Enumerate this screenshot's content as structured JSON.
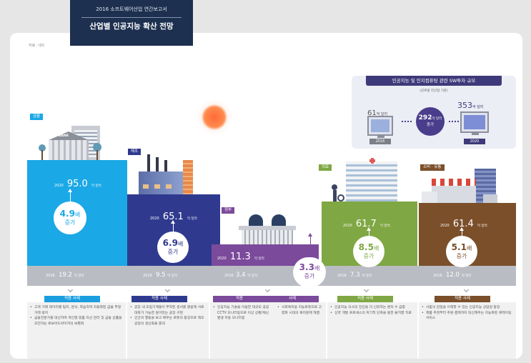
{
  "header": {
    "subtitle": "2016 소프트웨어산업 연간보고서",
    "title": "산업별 인공지능 확산 전망"
  },
  "source": "자료 : IDC",
  "inset": {
    "title": "인공지능 및 인지컴퓨팅 관련 SW투자 규모",
    "note": "(글로벌 전산업 기준)",
    "left": {
      "num": "61",
      "unit": "억 달러",
      "year": "2016"
    },
    "center": {
      "num": "292",
      "unit": "억 달러",
      "label": "증가"
    },
    "right": {
      "num": "353",
      "unit": "억 달러",
      "year": "2020"
    }
  },
  "sectors": [
    {
      "name": "금융",
      "color": "#1aa8e6",
      "case_color": "#1a9ee0",
      "year_2020": "2020",
      "value_2020": "95.0",
      "unit": "억 달러",
      "growth": "4.9배",
      "growth_num": "4.9",
      "growth_unit": "배",
      "growth_label": "증가",
      "year_2016": "2016",
      "value_2016": "19.2",
      "cases_header": "적용 사례",
      "cases": [
        "고객 거래 데이터를 탐지, 분석, 학습하여 자동화된 금융 부정거래 방지",
        "금융전문가를 대신하여 개인형 맞춤 자산 관리 및 금융 상품을 조언하는 로보어드바이저의 보편화"
      ]
    },
    {
      "name": "제조",
      "color": "#2f3a8f",
      "case_color": "#2f3a8f",
      "year_2020": "2020",
      "value_2020": "65.1",
      "unit": "억 달러",
      "growth": "6.9배",
      "growth_num": "6.9",
      "growth_unit": "배",
      "growth_label": "증가",
      "year_2016": "2016",
      "value_2016": "9.5",
      "cases_header": "적용 사례",
      "cases": [
        "공장 내 조립기계들이 부착된 센서를 활용해 서로 대화가 가능한 살아있는 공장 구현",
        "인간의 행동을 보고 배우는 로봇의 등장으로 제조공정의 생산효율 증대"
      ]
    },
    {
      "name": "정부",
      "color": "#7b4a9b",
      "case_color": "#7b4a9b",
      "year_2020": "2020",
      "value_2020": "11.3",
      "unit": "억 달러",
      "growth": "3.3배",
      "growth_num": "3.3",
      "growth_unit": "배",
      "growth_label": "증가",
      "year_2016": "2016",
      "value_2016": "3.4",
      "cases_header_left": "적용",
      "cases_header_right": "사례",
      "cases": [
        "인공지능 기술을 이용한 대규모 공공 CCTV 모니터링으로 이상 상황/재난 발생 자동 모니터링",
        "사회복지용 지능로봇으로 고령화 시대의 복지문제 해결"
      ]
    },
    {
      "name": "의료",
      "color": "#7fa743",
      "case_color": "#7fa743",
      "year_2020": "2020",
      "value_2020": "61.7",
      "unit": "억 달러",
      "growth": "8.5배",
      "growth_num": "8.5",
      "growth_unit": "배",
      "growth_label": "증가",
      "year_2016": "2016",
      "value_2016": "7.3",
      "cases_header": "적용 사례",
      "cases": [
        "인공지능 의사의 진단을 더 신뢰하는 환자 수 급증",
        "신약 개발 프로세스의 획기적 단축을 통한 불치병 치료"
      ]
    },
    {
      "name": "소비 · 유통",
      "color": "#7a4f2a",
      "case_color": "#7a4f2a",
      "year_2020": "2020",
      "value_2020": "61.4",
      "unit": "억 달러",
      "growth": "5.1배",
      "growth_num": "5.1",
      "growth_unit": "배",
      "growth_label": "증가",
      "year_2016": "2016",
      "value_2016": "12.0",
      "cases_header": "적용 사례",
      "cases": [
        "사람의 감정을 이해할 수 있는 인공지능 상담원 등장",
        "제품 추천부터 주문·결제까지 대신해주는 지능화된 큐레이팅 서비스"
      ]
    }
  ],
  "colors": {
    "banner": "#1d3050",
    "inset_purple": "#3e3a7a",
    "gray_band": "#b9bcc2",
    "sun": "#ff6a3a"
  }
}
